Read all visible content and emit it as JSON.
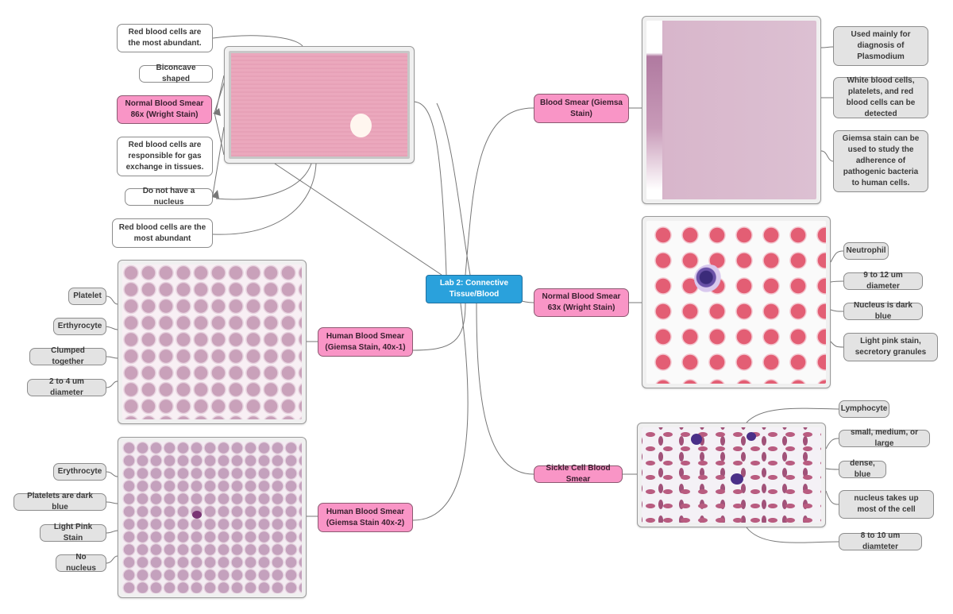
{
  "central_topic": "Lab 2: Connective Tissue/Blood",
  "branches": {
    "normal_86x": {
      "label": "Normal Blood Smear 86x (Wright Stain)",
      "notes": [
        "Red blood cells are the most abundant.",
        "Biconcave shaped",
        "Red blood cells are responsible for gas exchange in tissues.",
        "Do not have a nucleus",
        "Red blood cells are the most abundant"
      ]
    },
    "giemsa_smear": {
      "label": "Blood Smear (Giemsa Stain)",
      "notes": [
        "Used mainly for diagnosis of Plasmodium",
        "White blood cells, platelets, and red blood cells can be detected",
        "Giemsa stain can be used to study the adherence of pathogenic bacteria to human cells."
      ]
    },
    "normal_63x": {
      "label": "Normal Blood Smear 63x (Wright Stain)",
      "notes": [
        "Neutrophil",
        "9 to 12 um diameter",
        "Nucleus is dark blue",
        "Light pink stain, secretory granules"
      ]
    },
    "sickle": {
      "label": "Sickle Cell Blood Smear",
      "notes": [
        "Lymphocyte",
        "small, medium, or large",
        "dense, blue",
        "nucleus takes up most of the cell",
        "8 to 10 um diamteter"
      ]
    },
    "human_40x1": {
      "label": "Human Blood Smear (Giemsa Stain, 40x-1)",
      "notes": [
        "Platelet",
        "Erthyrocyte",
        "Clumped together",
        "2 to 4 um diameter"
      ]
    },
    "human_40x2": {
      "label": "Human Blood Smear (Giemsa Stain 40x-2)",
      "notes": [
        "Erythrocyte",
        "Platelets are dark blue",
        "Light Pink Stain",
        "No nucleus"
      ]
    }
  },
  "colors": {
    "central": "#2aa1dc",
    "topic": "#f995c6",
    "note_gray": "#e3e3e3",
    "note_white": "#ffffff",
    "connector": "#777777"
  }
}
